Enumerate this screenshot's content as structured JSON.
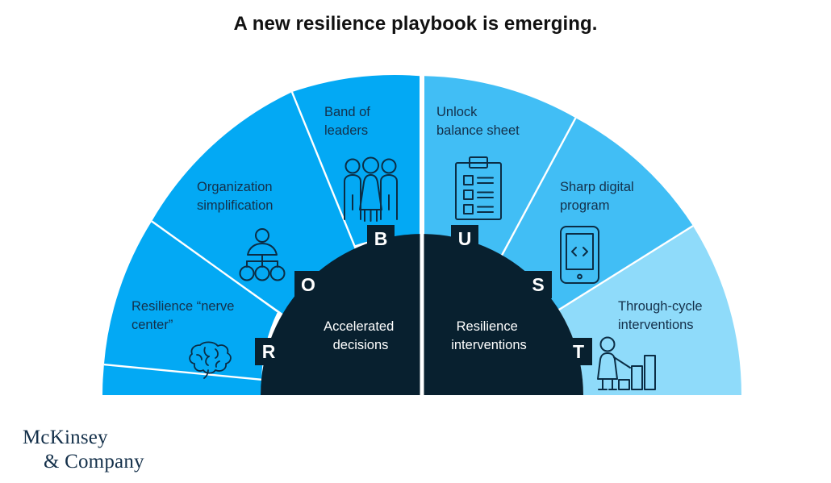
{
  "page": {
    "title": "A new resilience playbook is emerging."
  },
  "brand": {
    "line1": "McKinsey",
    "line2": "& Company"
  },
  "colors": {
    "bright_blue": "#03A9F4",
    "medium_blue": "#41BEF5",
    "light_blue": "#8FDBFA",
    "deep_navy": "#08202F",
    "label_text": "#14304a",
    "white": "#FFFFFF"
  },
  "chart_data": {
    "type": "pie",
    "title": "A new resilience playbook is emerging.",
    "subtitle": "",
    "layout": "semicircular fan, six outer wedges around a two-part dark core",
    "acronym": "ROBUST",
    "legend": "none",
    "core": [
      {
        "id": "core-left",
        "label_line1": "Accelerated",
        "label_line2": "decisions",
        "color": "#08202F"
      },
      {
        "id": "core-right",
        "label_line1": "Resilience",
        "label_line2": "interventions",
        "color": "#08202F"
      }
    ],
    "segments": [
      {
        "letter": "R",
        "label_line1": "Resilience “nerve",
        "label_line2": "center”",
        "icon": "brain-icon",
        "color": "#03A9F4",
        "half": "left"
      },
      {
        "letter": "O",
        "label_line1": "Organization",
        "label_line2": "simplification",
        "icon": "org-chart-icon",
        "color": "#03A9F4",
        "half": "left"
      },
      {
        "letter": "B",
        "label_line1": "Band of",
        "label_line2": "leaders",
        "icon": "three-people-icon",
        "color": "#03A9F4",
        "half": "left"
      },
      {
        "letter": "U",
        "label_line1": "Unlock",
        "label_line2": "balance sheet",
        "icon": "clipboard-checklist-icon",
        "color": "#41BEF5",
        "half": "right"
      },
      {
        "letter": "S",
        "label_line1": "Sharp digital",
        "label_line2": "program",
        "icon": "mobile-code-icon",
        "color": "#41BEF5",
        "half": "right"
      },
      {
        "letter": "T",
        "label_line1": "Through-cycle",
        "label_line2": "interventions",
        "icon": "person-bar-chart-icon",
        "color": "#8FDBFA",
        "half": "right"
      }
    ]
  }
}
